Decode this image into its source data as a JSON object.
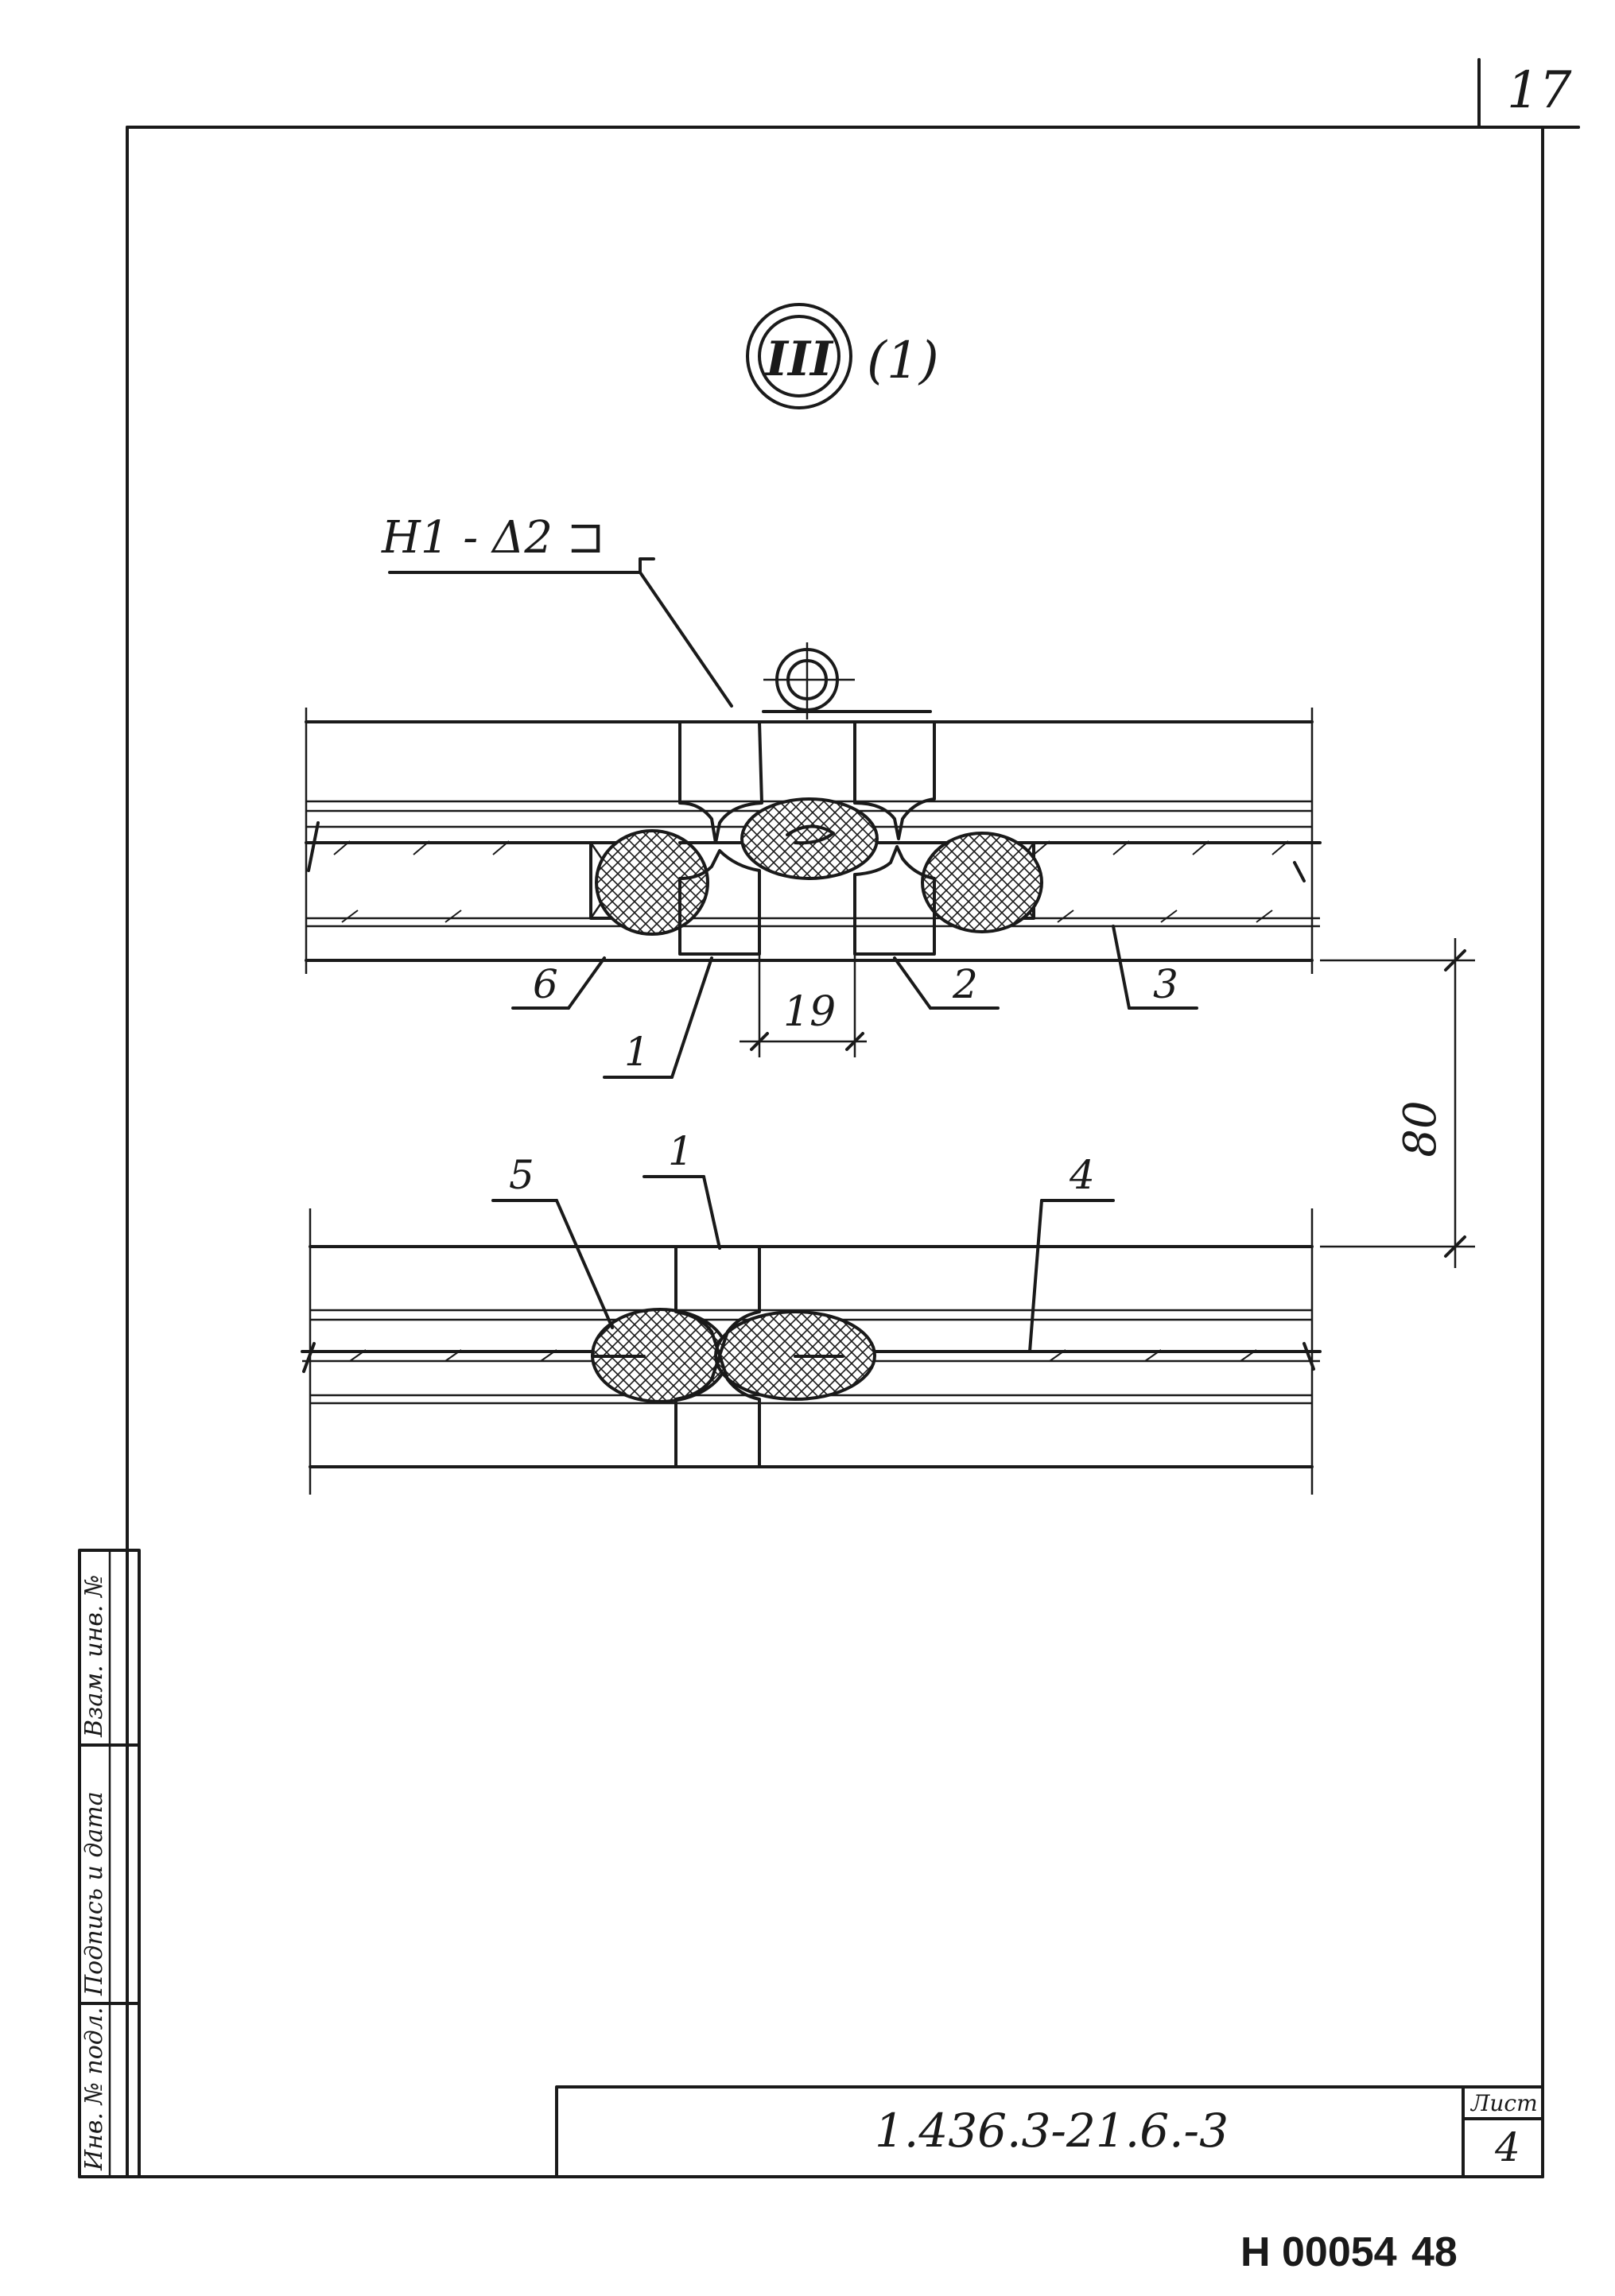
{
  "sheet_corner_number": "17",
  "detail": {
    "section_marker": "III",
    "variant": "(1)"
  },
  "weld_note": "Н1 - Δ2 ⊐",
  "callouts": {
    "c1a": "1",
    "c2": "2",
    "c3": "3",
    "c4": "4",
    "c5": "5",
    "c6": "6",
    "c1b": "1"
  },
  "dimensions": {
    "gap": "19",
    "spacing": "80"
  },
  "side_stamp": [
    "Инв. № подл.",
    "Подпись и дата",
    "Взам. инв. №"
  ],
  "title_block": {
    "code": "1.436.3-21.6.-3",
    "sheet_label": "Лист",
    "sheet_number": "4"
  },
  "footer": {
    "inventory": "Н 00054",
    "page": "48"
  }
}
